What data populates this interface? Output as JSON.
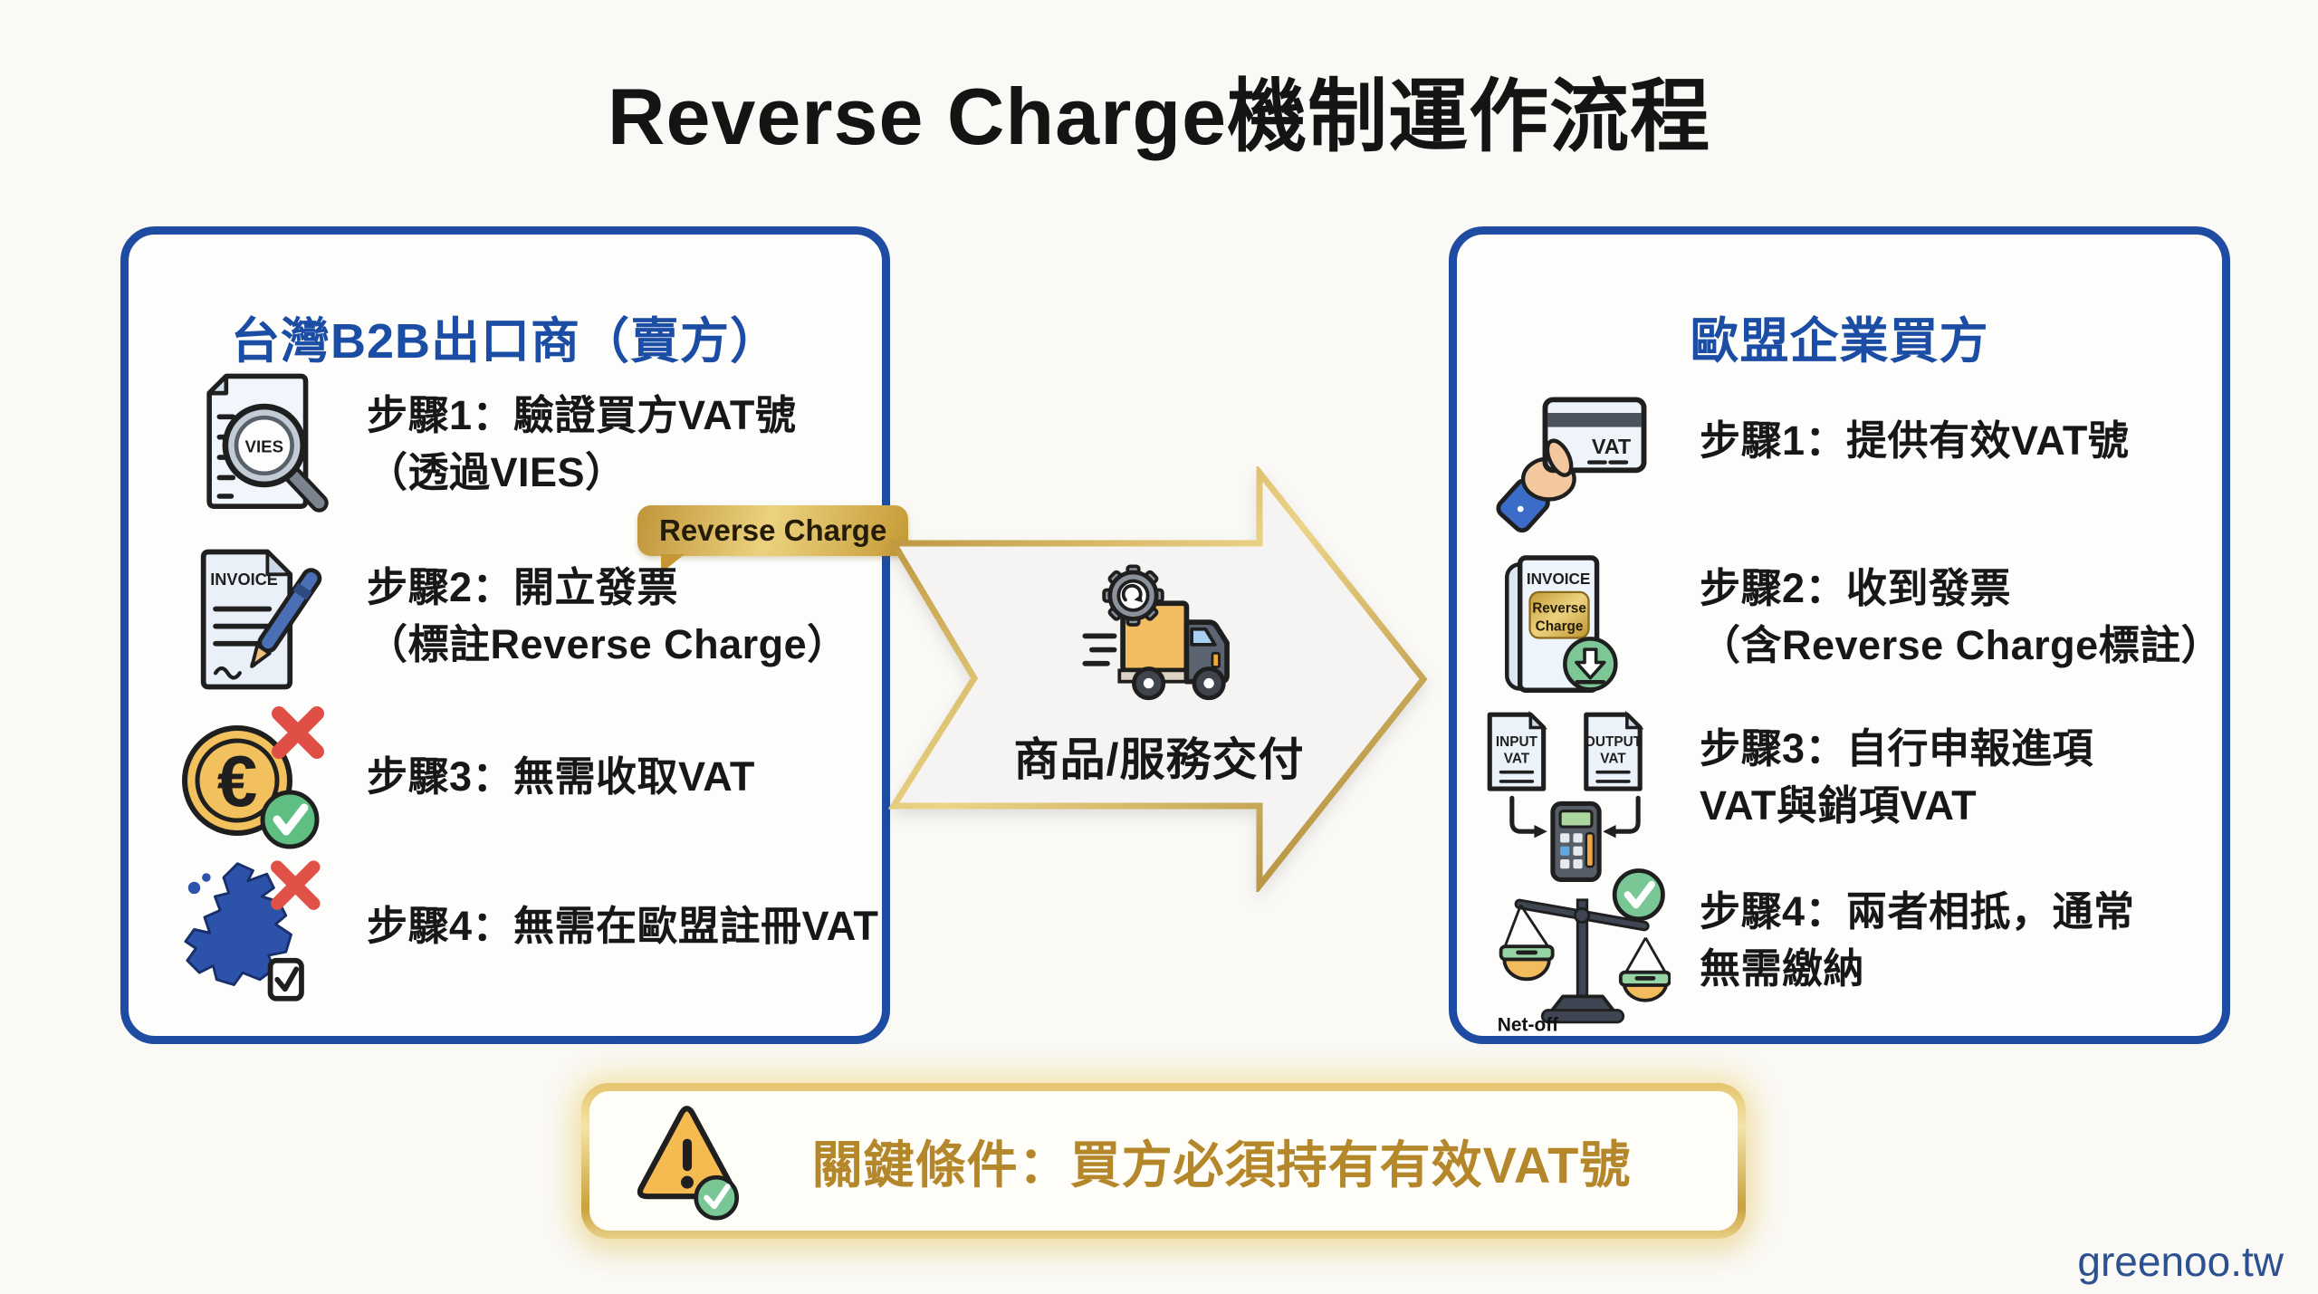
{
  "page": {
    "title": "Reverse Charge機制運作流程",
    "watermark": "greenoo.tw",
    "background_color": "#faf9f6",
    "accent_blue": "#1e4ca2",
    "accent_gold": "#c49a3a"
  },
  "seller": {
    "title": "台灣B2B出口商（賣方）",
    "steps": [
      {
        "line1": "步驟1：驗證買方VAT號",
        "line2": "（透過VIES）",
        "icon": "vies-search-document-icon",
        "icon_label": "VIES"
      },
      {
        "line1": "步驟2：開立發票",
        "line2": "（標註Reverse Charge）",
        "icon": "invoice-pen-icon",
        "icon_label": "INVOICE",
        "badge": "Reverse Charge"
      },
      {
        "line1": "步驟3：無需收取VAT",
        "icon": "euro-coin-no-vat-icon"
      },
      {
        "line1": "步驟4：無需在歐盟註冊VAT",
        "icon": "eu-map-check-icon"
      }
    ]
  },
  "delivery": {
    "label": "商品/服務交付",
    "icon": "delivery-truck-gear-icon"
  },
  "buyer": {
    "title": "歐盟企業買方",
    "steps": [
      {
        "line1": "步驟1：提供有效VAT號",
        "icon": "hand-vat-card-icon",
        "icon_label": "VAT"
      },
      {
        "line1": "步驟2：收到發票",
        "line2": "（含Reverse Charge標註）",
        "icon": "invoice-download-icon",
        "icon_label": "INVOICE",
        "stamp1": "Reverse",
        "stamp2": "Charge"
      },
      {
        "line1": "步驟3：自行申報進項",
        "line2": "VAT與銷項VAT",
        "icon": "input-output-vat-calculator-icon",
        "doc_left_1": "INPUT",
        "doc_left_2": "VAT",
        "doc_right_1": "OUTPUT",
        "doc_right_2": "VAT"
      },
      {
        "line1": "步驟4：兩者相抵，通常",
        "line2": "無需繳納",
        "icon": "net-off-balance-scale-icon",
        "icon_label": "Net-off"
      }
    ]
  },
  "key_condition": {
    "text": "關鍵條件：買方必須持有有效VAT號",
    "icon": "warning-triangle-check-icon"
  }
}
